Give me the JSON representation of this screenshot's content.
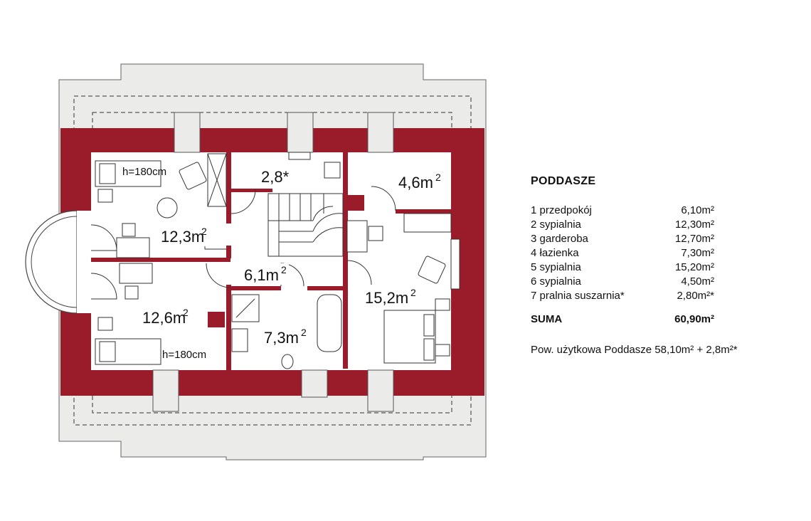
{
  "plan": {
    "room_areas": [
      {
        "label": "12,3m",
        "sup": "2"
      },
      {
        "label": "12,6m",
        "sup": "2"
      },
      {
        "label": "2,8*",
        "sup": ""
      },
      {
        "label": "4,6m",
        "sup": "2"
      },
      {
        "label": "6,1m",
        "sup": "2"
      },
      {
        "label": "7,3m",
        "sup": "2"
      },
      {
        "label": "15,2m",
        "sup": "2"
      }
    ],
    "height_notes": [
      "h=180cm",
      "h=180cm"
    ],
    "colors": {
      "wall": "#9a1b2a",
      "roof": "#ebebea",
      "floor": "#ffffff",
      "thin_wall": "#9a1b2a",
      "outline": "#555555"
    }
  },
  "legend": {
    "title": "PODDASZE",
    "rooms": [
      {
        "name": "1 przedpokój",
        "area": "6,10m²"
      },
      {
        "name": "2 sypialnia",
        "area": "12,30m²"
      },
      {
        "name": "3 garderoba",
        "area": "12,70m²"
      },
      {
        "name": "4 łazienka",
        "area": "7,30m²"
      },
      {
        "name": "5 sypialnia",
        "area": "15,20m²"
      },
      {
        "name": "6 sypialnia",
        "area": "4,50m²"
      },
      {
        "name": "7 pralnia suszarnia*",
        "area": "2,80m²*"
      }
    ],
    "sum_label": "SUMA",
    "sum_value": "60,90m²",
    "usable_area": "Pow. użytkowa Poddasze  58,10m² + 2,8m²*"
  }
}
